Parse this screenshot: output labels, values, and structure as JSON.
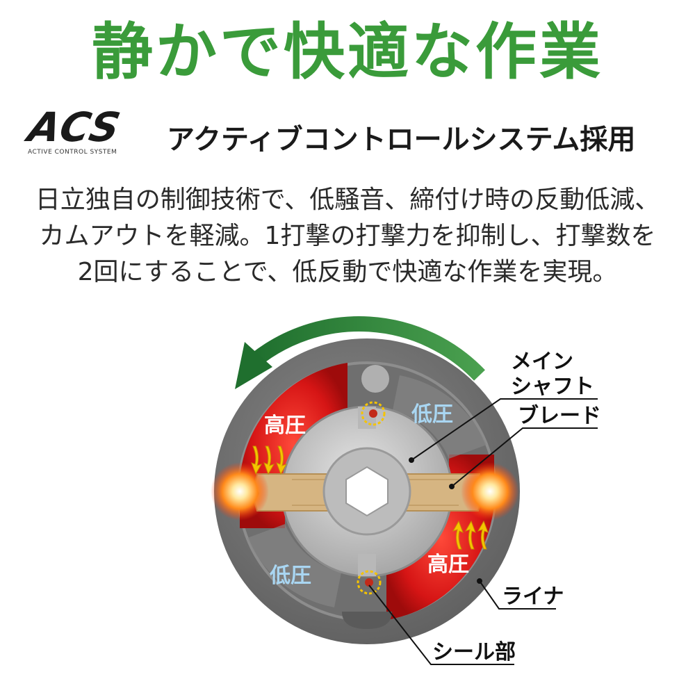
{
  "headline": "静かで快適な作業",
  "logo": {
    "letters": "ACS",
    "subtitle": "ACTIVE CONTROL SYSTEM"
  },
  "acs_title": "アクティブコントロールシステム採用",
  "body_lines": [
    "日立独自の制御技術で、低騒音、締付け時の反動低減、",
    "カムアウトを軽減。1打撃の打撃力を抑制し、打撃数を",
    "2回にすることで、低反動で快適な作業を実現。"
  ],
  "diagram": {
    "pressure_high": "高圧",
    "pressure_low": "低圧",
    "callout_main_shaft_line1": "メイン",
    "callout_main_shaft_line2": "シャフト",
    "callout_blade": "ブレード",
    "callout_liner": "ライナ",
    "callout_seal": "シール部"
  },
  "colors": {
    "headline_green": "#3a9b3a",
    "arrow_green": "#2f7f3a",
    "high_pressure_red": "#d61515",
    "low_pressure_blue": "#a9d6f2",
    "blade_tan": "#d6b582",
    "dial_gray": "#7b7b7b",
    "hub_silver": "#c8c8c8",
    "flow_arrow_yellow": "#f5c400"
  },
  "icons": {
    "rotation": "curved-arrow-counterclockwise-icon",
    "flow": "flow-arrows-icon",
    "seal_marker": "dashed-circle-icon"
  }
}
